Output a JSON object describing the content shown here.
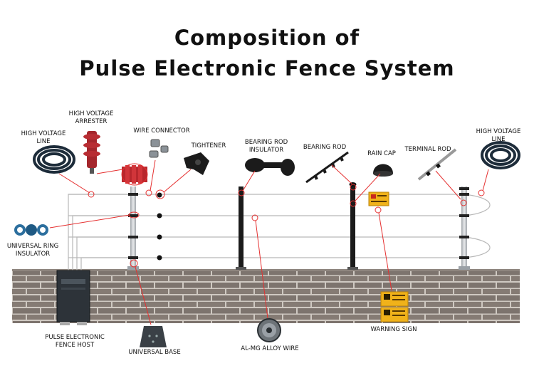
{
  "title": {
    "line1": "Composition of",
    "line2": "Pulse Electronic Fence System"
  },
  "labels": {
    "hv_line_left": [
      "HIGH VOLTAGE",
      "LINE"
    ],
    "hv_arrester": [
      "HIGH VOLTAGE",
      "ARRESTER"
    ],
    "wire_connector": [
      "WIRE CONNECTOR"
    ],
    "tightener": [
      "TIGHTENER"
    ],
    "bearing_rod_insulator": [
      "BEARING ROD",
      "INSULATOR"
    ],
    "bearing_rod": [
      "BEARING ROD"
    ],
    "rain_cap": [
      "RAIN CAP"
    ],
    "terminal_rod": [
      "TERMINAL ROD"
    ],
    "hv_line_right": [
      "HIGH VOLTAGE",
      "LINE"
    ],
    "universal_ring_insulator": [
      "UNIVERSAL RING",
      "INSULATOR"
    ],
    "pulse_fence_host": [
      "PULSE ELECTRONIC",
      "FENCE HOST"
    ],
    "universal_base": [
      "UNIVERSAL BASE"
    ],
    "alloy_wire": [
      "AL-MG ALLOY WIRE"
    ],
    "warning_sign": [
      "WARNING SIGN"
    ]
  },
  "colors": {
    "brick": "#7d746e",
    "mortar": "#cfc9c2",
    "leader": "#e53030",
    "post_gray": "#c9ccd0",
    "post_black": "#1b1b1b"
  }
}
